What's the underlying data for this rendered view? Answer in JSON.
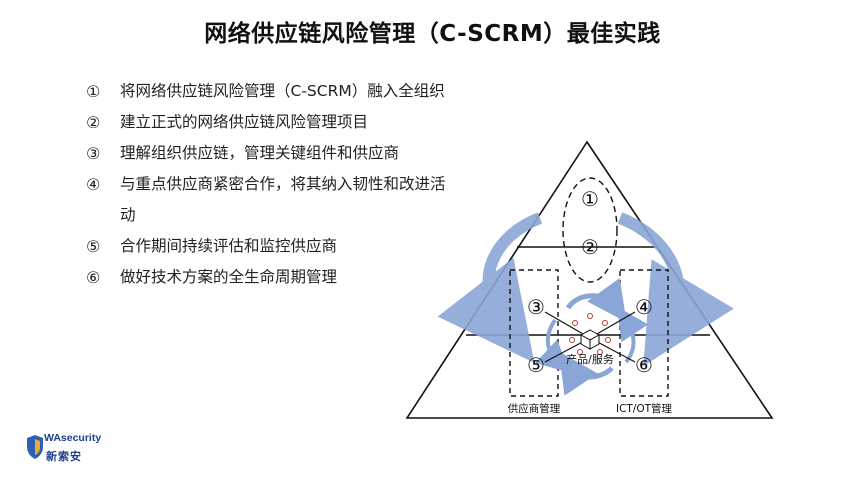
{
  "title": "网络供应链风险管理（C-SCRM）最佳实践",
  "practices": [
    {
      "num": "①",
      "text": "将网络供应链风险管理（C-SCRM）融入全组织"
    },
    {
      "num": "②",
      "text": "建立正式的网络供应链风险管理项目"
    },
    {
      "num": "③",
      "text": "理解组织供应链，管理关键组件和供应商"
    },
    {
      "num": "④",
      "text": "与重点供应商紧密合作，将其纳入韧性和改进活动"
    },
    {
      "num": "⑤",
      "text": "合作期间持续评估和监控供应商"
    },
    {
      "num": "⑥",
      "text": "做好技术方案的全生命周期管理"
    }
  ],
  "diagram": {
    "markers": [
      "①",
      "②",
      "③",
      "④",
      "⑤",
      "⑥"
    ],
    "center_label": "产品/服务",
    "left_box_label": "供应商管理",
    "right_box_label": "ICT/OT管理",
    "arrow_color": "#8aa6d6"
  },
  "logo": {
    "brand": "WAsecurity",
    "name": "新索安"
  }
}
